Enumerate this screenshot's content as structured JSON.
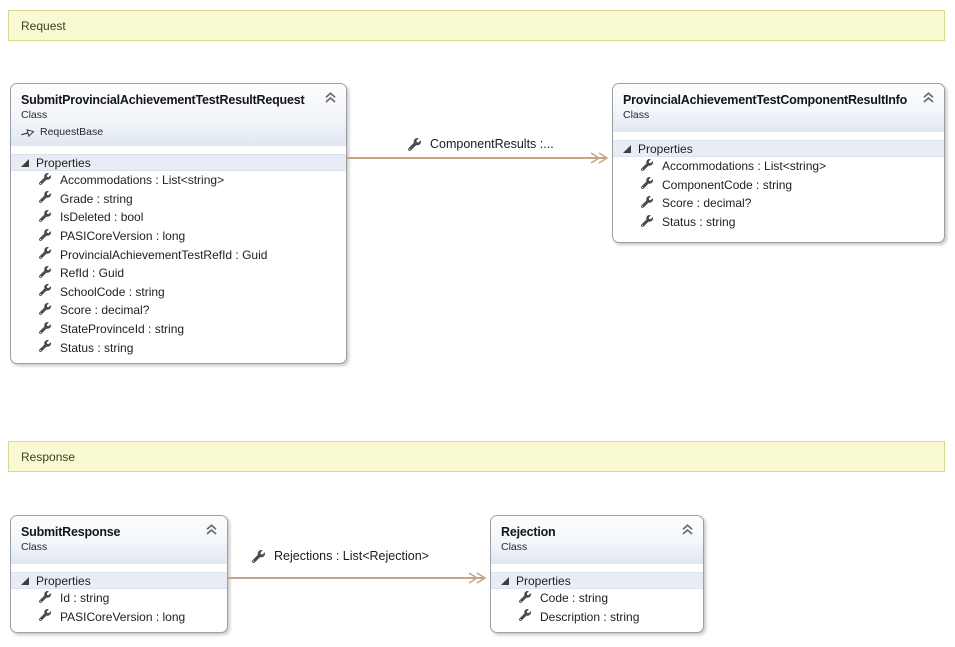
{
  "banners": {
    "request": "Request",
    "response": "Response"
  },
  "classes": [
    {
      "title": "SubmitProvincialAchievementTestResultRequest",
      "stereotype": "Class",
      "base": "RequestBase",
      "section_label": "Properties",
      "properties": [
        "Accommodations : List<string>",
        "Grade : string",
        "IsDeleted : bool",
        "PASICoreVersion : long",
        "ProvincialAchievementTestRefId : Guid",
        "RefId : Guid",
        "SchoolCode : string",
        "Score : decimal?",
        "StateProvinceId : string",
        "Status : string"
      ]
    },
    {
      "title": "ProvincialAchievementTestComponentResultInfo",
      "stereotype": "Class",
      "section_label": "Properties",
      "properties": [
        "Accommodations : List<string>",
        "ComponentCode : string",
        "Score : decimal?",
        "Status : string"
      ]
    },
    {
      "title": "SubmitResponse",
      "stereotype": "Class",
      "section_label": "Properties",
      "properties": [
        "Id : string",
        "PASICoreVersion : long"
      ]
    },
    {
      "title": "Rejection",
      "stereotype": "Class",
      "section_label": "Properties",
      "properties": [
        "Code : string",
        "Description : string"
      ]
    }
  ],
  "connectors": [
    {
      "label": "ComponentResults :..."
    },
    {
      "label": "Rejections : List<Rejection>"
    }
  ],
  "icons": {
    "wrench": "wrench-icon",
    "collapse": "collapse-chevron-icon",
    "expander": "expand-triangle-icon",
    "inheritance": "inheritance-arrow-icon"
  },
  "colors": {
    "banner_fill": "#fafad2",
    "banner_border": "#d8d88f",
    "section_band_fill": "#e8edf5",
    "connector": "#c8a484",
    "card_border": "#9aa0a6"
  }
}
